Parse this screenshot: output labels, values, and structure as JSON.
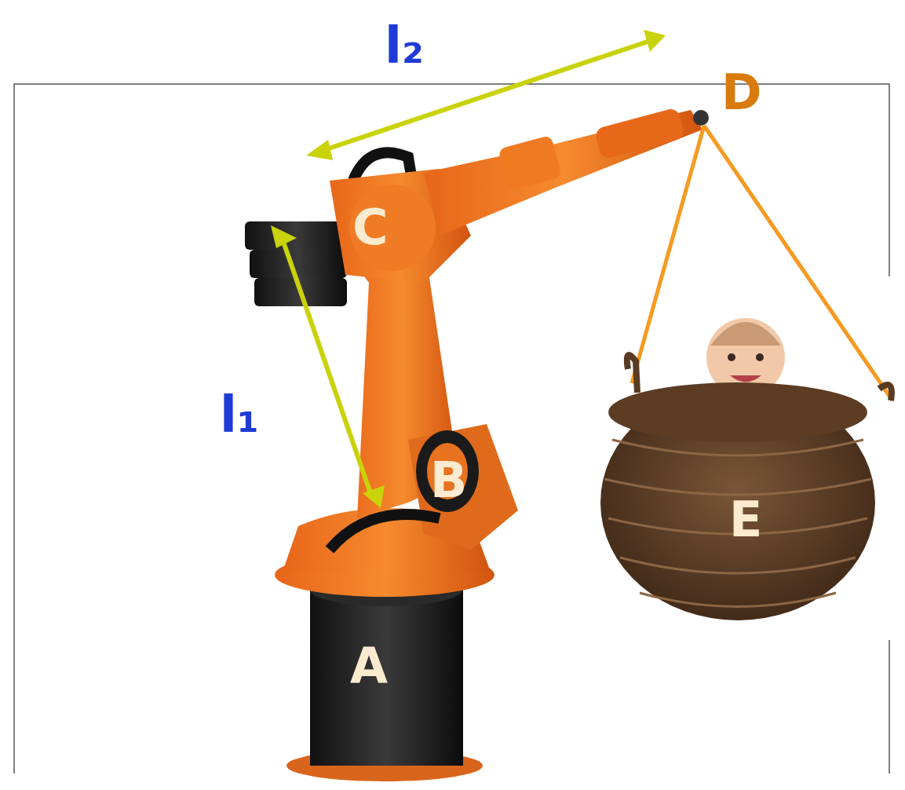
{
  "diagram": {
    "labels": [
      "l₂",
      "D",
      "C",
      "l₁",
      "B",
      "E",
      "A"
    ]
  }
}
